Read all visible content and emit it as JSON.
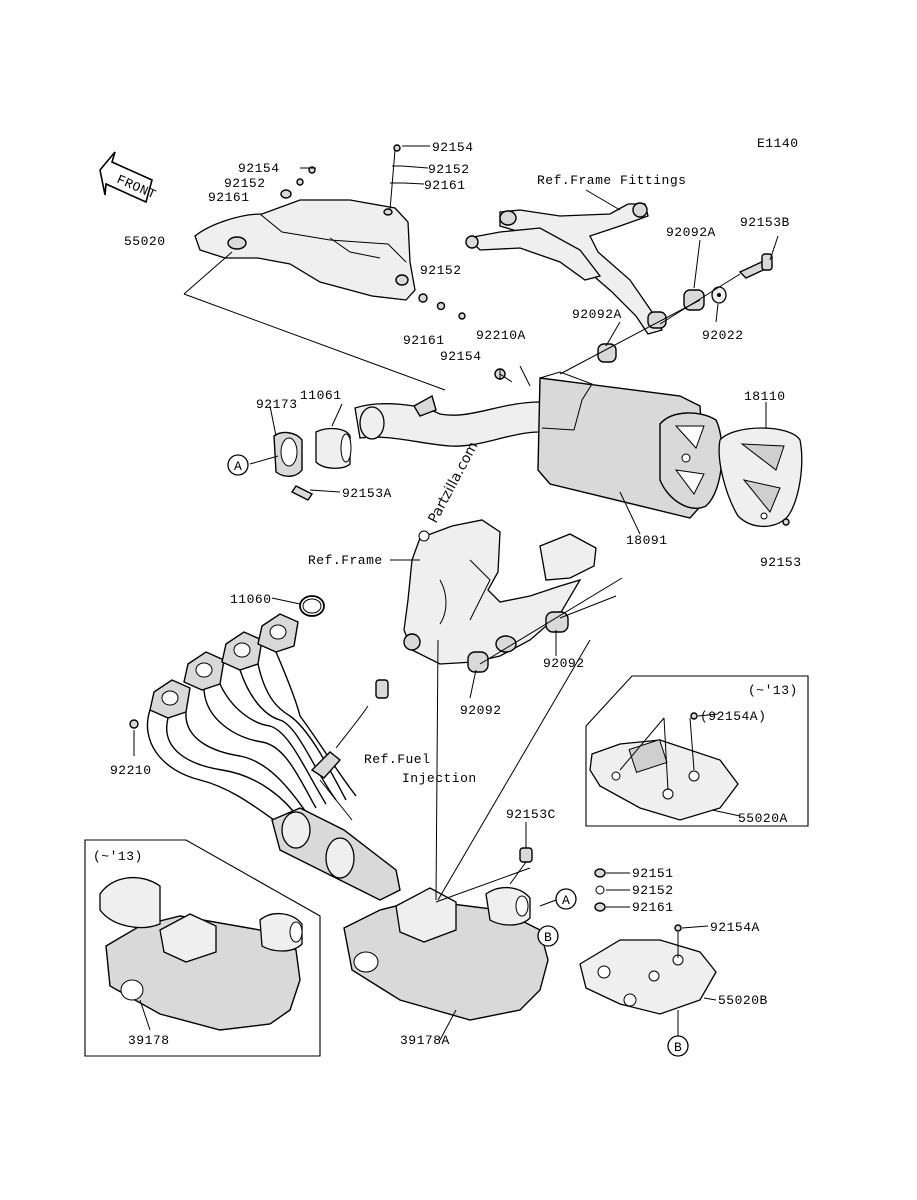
{
  "diagram_code": "E1140",
  "front_label": "FRONT",
  "watermark": "Partzilla.com",
  "labels": {
    "p92154_a": "92154",
    "p92152_a": "92152",
    "p92161_a": "92161",
    "p92154_b": "92154",
    "p92152_b": "92152",
    "p92161_b": "92161",
    "p55020": "55020",
    "p92152_c": "92152",
    "p92161_c": "92161",
    "p92154_c": "92154",
    "p92210A": "92210A",
    "ref_frame_fittings": "Ref.Frame Fittings",
    "p92153B": "92153B",
    "p92092A_a": "92092A",
    "p92092A_b": "92092A",
    "p92022": "92022",
    "p92173": "92173",
    "p11061": "11061",
    "p18110": "18110",
    "p92153A": "92153A",
    "p18091": "18091",
    "p92153": "92153",
    "ref_frame": "Ref.Frame",
    "p11060": "11060",
    "p92092_a": "92092",
    "p92092_b": "92092",
    "p92210": "92210",
    "ref_fuel": "Ref.Fuel",
    "injection": "Injection",
    "p92153C": "92153C",
    "p92154A_a": "(92154A)",
    "year_a": "(~'13)",
    "p55020A": "55020A",
    "year_b": "(~'13)",
    "p92151": "92151",
    "p92152_d": "92152",
    "p92161_d": "92161",
    "p92154A_b": "92154A",
    "p55020B": "55020B",
    "p39178": "39178",
    "p39178A": "39178A",
    "callout_A1": "A",
    "callout_A2": "A",
    "callout_B1": "B",
    "callout_B2": "B"
  }
}
